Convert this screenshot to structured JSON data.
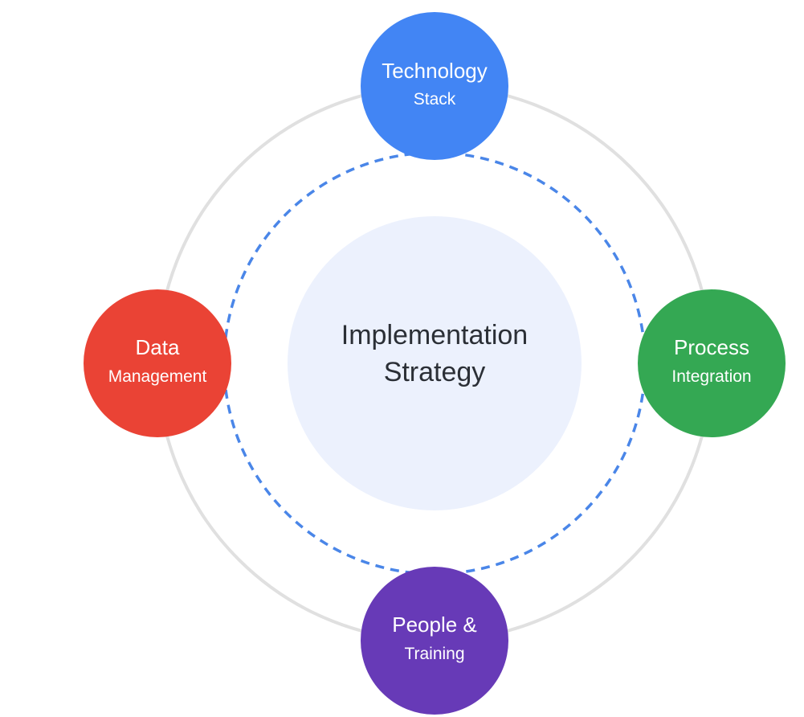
{
  "center": {
    "line1": "Implementation",
    "line2": "Strategy",
    "fill": "#ecf1fd"
  },
  "rings": {
    "outer_color": "#e0e0e0",
    "inner_dashed_color": "#4a86e8"
  },
  "nodes": [
    {
      "id": "technology",
      "title": "Technology",
      "subtitle": "Stack",
      "color": "#4285f4"
    },
    {
      "id": "process",
      "title": "Process",
      "subtitle": "Integration",
      "color": "#34a853"
    },
    {
      "id": "people",
      "title": "People &",
      "subtitle": "Training",
      "color": "#673ab7"
    },
    {
      "id": "data",
      "title": "Data",
      "subtitle": "Management",
      "color": "#ea4335"
    }
  ]
}
